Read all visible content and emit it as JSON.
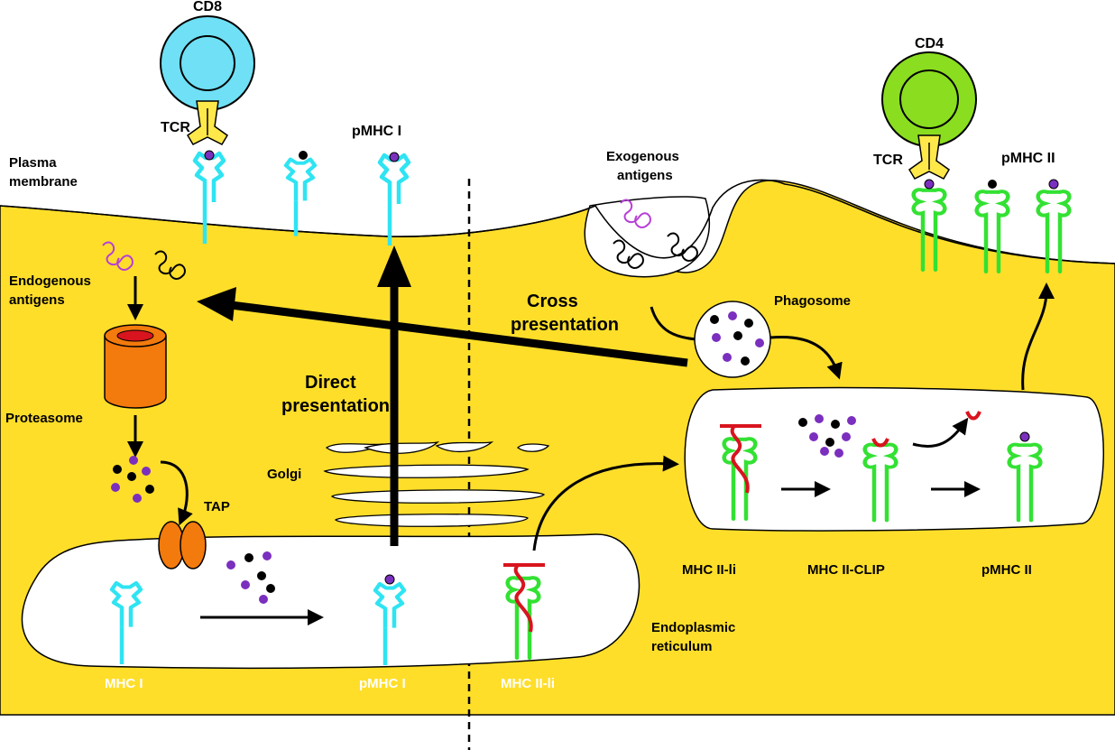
{
  "colors": {
    "cytoplasm": "#FFDE2A",
    "mhc1": "#2FE4F2",
    "mhc2": "#33E133",
    "peptide": "#7B2FBE",
    "invariant_chain": "#D8141E",
    "cd8_cell": "#6FE0F5",
    "cd4_cell": "#8BDD20",
    "tcr": "#FFE94A",
    "proteasome": "#F37A0C"
  },
  "labels": {
    "cd8": "CD8",
    "cd4": "CD4",
    "tcr_left": "TCR",
    "tcr_right": "TCR",
    "pmhc1_surface": "pMHC I",
    "pmhc2_surface": "pMHC II",
    "plasma_membrane": [
      "Plasma",
      "membrane"
    ],
    "exogenous_antigens": [
      "Exogenous",
      "antigens"
    ],
    "endogenous_antigens": [
      "Endogenous",
      "antigens"
    ],
    "cross_presentation": [
      "Cross",
      "presentation"
    ],
    "phagosome": "Phagosome",
    "proteasome": "Proteasome",
    "direct_presentation": [
      "Direct",
      "presentation"
    ],
    "golgi": "Golgi",
    "tap": "TAP",
    "mhc1_er": "MHC I",
    "pmhc1_er": "pMHC I",
    "mhc2li_er": "MHC II-li",
    "endoplasmic_reticulum": [
      "Endoplasmic",
      "reticulum"
    ],
    "mhc2li_compartment": "MHC II-li",
    "mhc2clip": "MHC II-CLIP",
    "pmhc2_compartment": "pMHC II"
  }
}
